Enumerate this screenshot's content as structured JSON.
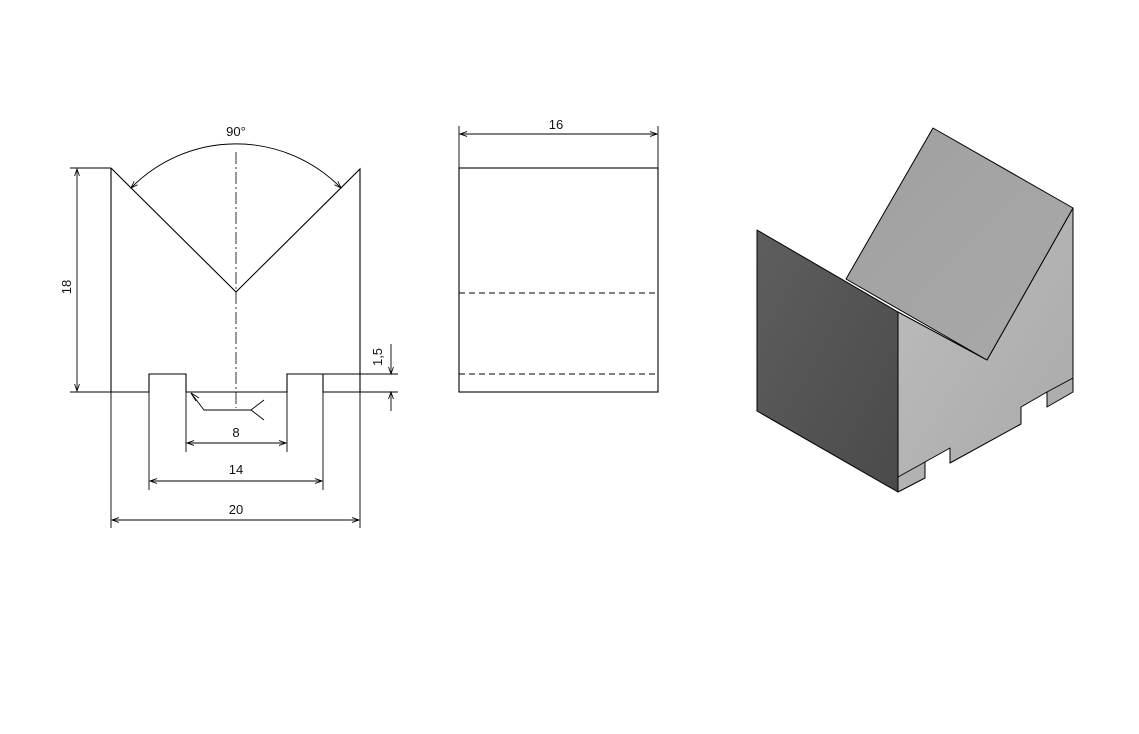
{
  "front_view": {
    "dim_angle": "90°",
    "dim_height": "18",
    "dim_groove_depth": "1,5",
    "dim_groove_inner": "8",
    "dim_groove_outer": "14",
    "dim_width": "20"
  },
  "side_view": {
    "dim_length": "16"
  },
  "iso_view": {
    "colors": {
      "dark_face": "#555555",
      "light_face": "#b8b8b8",
      "slope_face": "#a6a6a6"
    }
  }
}
